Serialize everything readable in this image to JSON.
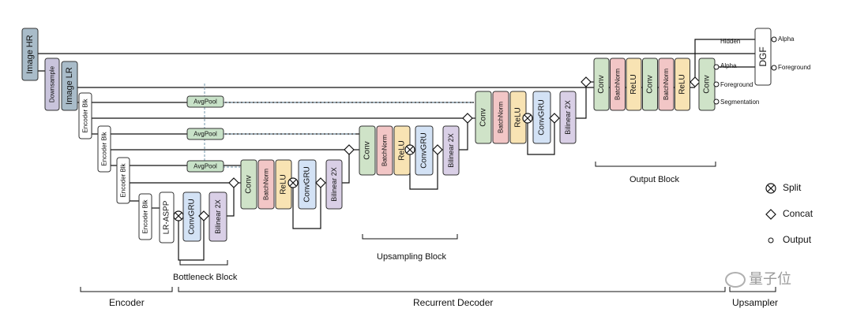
{
  "colors": {
    "conv": "#cfe3c8",
    "batchnorm": "#f2c6c6",
    "relu": "#f8e3b3",
    "convgru": "#d3e2f5",
    "bilinear": "#d9cfe6",
    "image": "#a9bcc9",
    "downsample": "#c9c4dc",
    "avgpool": "#c8e2c8",
    "avgpool_text": "#2a6a2a",
    "line": "#111111",
    "pool_line": "#8aa6b8"
  },
  "inputs": {
    "image_hr": "Image HR",
    "image_lr": "Image LR",
    "downsample": "Downsample"
  },
  "encoder": {
    "blocks": [
      "Encoder Blk",
      "Encoder Blk",
      "Encoder Blk",
      "Encoder Blk"
    ],
    "lr_aspp": "LR-ASPP"
  },
  "avgpool": [
    "AvgPool",
    "AvgPool",
    "AvgPool"
  ],
  "bottleneck": {
    "convgru": "ConvGRU",
    "bilinear": "Bilinear 2X"
  },
  "upsampling_blocks": [
    {
      "conv": "Conv",
      "batchnorm": "BatchNorm",
      "relu": "ReLU",
      "convgru": "ConvGRU",
      "bilinear": "Bilinear 2X"
    },
    {
      "conv": "Conv",
      "batchnorm": "BatchNorm",
      "relu": "ReLU",
      "convgru": "ConvGRU",
      "bilinear": "Bilinear 2X"
    },
    {
      "conv": "Conv",
      "batchnorm": "BatchNorm",
      "relu": "ReLU",
      "convgru": "ConvGRU",
      "bilinear": "Bilinear 2X"
    }
  ],
  "output_block": {
    "layers": [
      "Conv",
      "BatchNorm",
      "ReLU",
      "Conv",
      "BatchNorm",
      "ReLU"
    ],
    "final_conv": "Conv"
  },
  "outputs": {
    "alpha": "Alpha",
    "foreground": "Foreground",
    "segmentation": "Segmentation",
    "hidden": "Hidden"
  },
  "dgf": {
    "label": "DGF",
    "alpha": "Alpha",
    "foreground": "Foreground"
  },
  "captions": {
    "bottleneck": "Bottleneck Block",
    "upsampling": "Upsampling Block",
    "output": "Output Block",
    "encoder": "Encoder",
    "decoder": "Recurrent Decoder",
    "upsampler": "Upsampler"
  },
  "legend": {
    "split": "Split",
    "concat": "Concat",
    "output": "Output"
  },
  "watermark": "量子位"
}
